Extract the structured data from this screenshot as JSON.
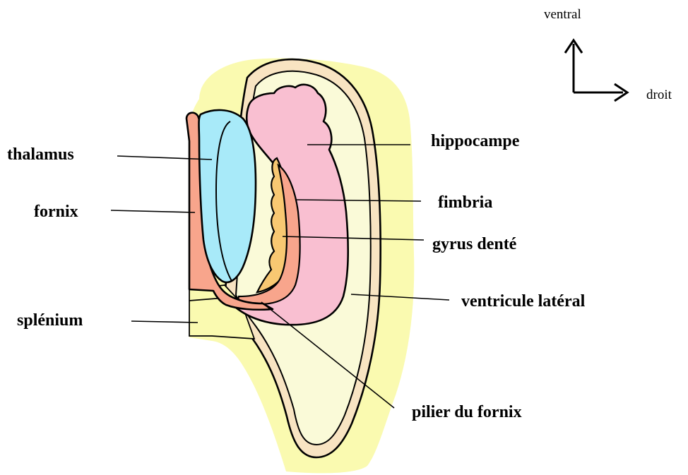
{
  "orientation": {
    "up_label": "ventral",
    "right_label": "droit"
  },
  "labels": {
    "thalamus": "thalamus",
    "fornix": "fornix",
    "splenium": "splénium",
    "hippocampe": "hippocampe",
    "fimbria": "fimbria",
    "gyrus_dente": "gyrus denté",
    "ventricule_lateral": "ventricule latéral",
    "pilier_du_fornix": "pilier du fornix"
  },
  "colors": {
    "background_halo": "#fafab0",
    "ventricle": "#fafad8",
    "ventricle_wall": "#f8e4c2",
    "hippocampus": "#f9bfd1",
    "fornix": "#f8a58c",
    "thalamus": "#a8eaf9",
    "dentate_gyrus": "#f8c872",
    "splenium": "#fafab0"
  }
}
